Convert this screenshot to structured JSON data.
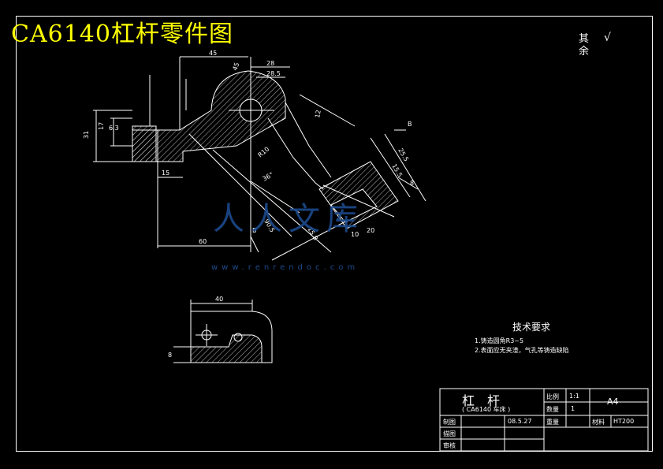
{
  "title": "CA6140杠杆零件图",
  "roughness": {
    "label_line1": "其",
    "label_line2": "余",
    "symbol": "√"
  },
  "dimensions": {
    "d45": "45",
    "d28": "28",
    "d28_5": "28.5",
    "d17": "17",
    "d31": "31",
    "d15": "15",
    "d60": "60",
    "d40": "40",
    "d8": "8",
    "d20": "20",
    "d10": "10",
    "d6_3": "6.3",
    "d15_8": "15.8",
    "d25_5": "25.5",
    "d36": "36°",
    "dR10": "R10",
    "d90_5": "90.5",
    "d15_5": "15.5",
    "d12": "12",
    "sectionB": "B",
    "d8b": "8",
    "d45b": "45"
  },
  "tech_requirements": {
    "heading": "技术要求",
    "line1": "1.铸造圆角R3~5",
    "line2": "2.表面应无夹渣，气孔等铸造缺陷"
  },
  "watermark": {
    "text": "人人文库",
    "url": "www.renrendoc.com"
  },
  "title_block": {
    "part_name": "杠　杆",
    "subtitle": "( CA6140 车床 )",
    "scale_label": "比例",
    "scale_value": "1:1",
    "qty_label": "数量",
    "qty_value": "1",
    "weight_label": "重量",
    "material_label": "材料",
    "material_value": "HT200",
    "size": "A4",
    "drawn_label": "制图",
    "drawn_date": "08.5.27",
    "draw_label": "描图",
    "check_label": "审核"
  },
  "colors": {
    "background": "#000000",
    "lines": "#ffffff",
    "title": "#ffff00",
    "watermark": "#1c4a8c"
  }
}
